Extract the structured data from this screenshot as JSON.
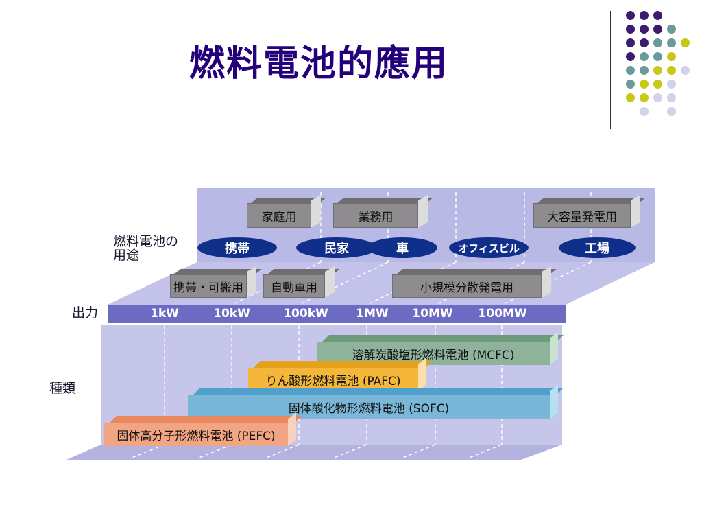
{
  "title": "燃料電池的應用",
  "diagram": {
    "label_usage": "燃料電池の用途",
    "label_output": "出力",
    "label_types": "種類",
    "upper_boxes": [
      "家庭用",
      "業務用",
      "大容量発電用"
    ],
    "ovals": [
      "携帯",
      "民家",
      "車",
      "オフィスビル",
      "工場"
    ],
    "lower_boxes": [
      "携帯・可搬用",
      "自動車用",
      "小規模分散発電用"
    ],
    "scale_ticks": [
      "1kW",
      "10kW",
      "100kW",
      "1MW",
      "10MW",
      "100MW"
    ],
    "types": [
      {
        "label": "溶解炭酸塩形燃料電池 (MCFC)",
        "color": "#8fb39a"
      },
      {
        "label": "りん酸形燃料電池 (PAFC)",
        "color": "#f5b73a"
      },
      {
        "label": "固体酸化物形燃料電池 (SOFC)",
        "color": "#79b6d8"
      },
      {
        "label": "固体高分子形燃料電池 (PEFC)",
        "color": "#f2a582"
      }
    ]
  },
  "colors": {
    "title": "#24007a",
    "dot_purple": "#3b1c6e",
    "dot_teal": "#6a9a9a",
    "dot_yellow": "#c9c818",
    "dot_lavender": "#d4d2e8",
    "panel": "#b9b9e6",
    "panel_lower": "#c6c5ea",
    "scale_bar": "#6b6bc4",
    "oval": "#0f2f8a"
  }
}
